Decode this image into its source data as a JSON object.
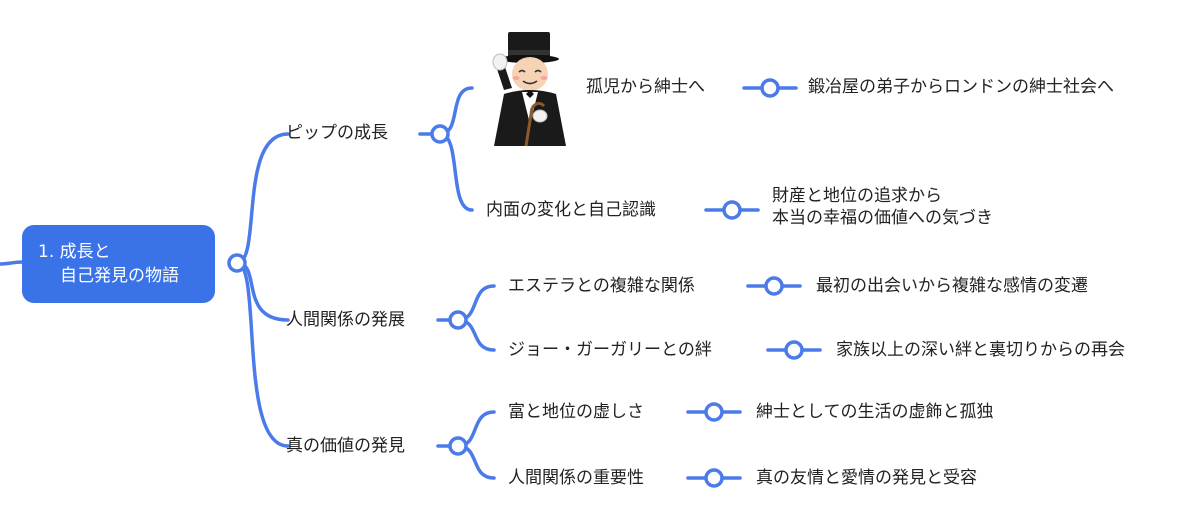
{
  "root": {
    "line1": "1. 成長と",
    "line2": "自己発見の物語"
  },
  "branches": [
    {
      "label": "ピップの成長",
      "children": [
        {
          "label": "孤児から紳士へ",
          "detail": "鍛冶屋の弟子からロンドンの紳士社会へ"
        },
        {
          "label": "内面の変化と自己認識",
          "detail_lines": [
            "財産と地位の追求から",
            "本当の幸福の価値への気づき"
          ]
        }
      ]
    },
    {
      "label": "人間関係の発展",
      "children": [
        {
          "label": "エステラとの複雑な関係",
          "detail": "最初の出会いから複雑な感情の変遷"
        },
        {
          "label": "ジョー・ガーガリーとの絆",
          "detail": "家族以上の深い絆と裏切りからの再会"
        }
      ]
    },
    {
      "label": "真の価値の発見",
      "children": [
        {
          "label": "富と地位の虚しさ",
          "detail": "紳士としての生活の虚飾と孤独"
        },
        {
          "label": "人間関係の重要性",
          "detail": "真の友情と愛情の発見と受容"
        }
      ]
    }
  ],
  "illustration": {
    "icon": "gentleman-in-top-hat-icon"
  },
  "colors": {
    "accent": "#3a73e8",
    "line": "#4a7be8",
    "text": "#222222",
    "root_text": "#ffffff"
  }
}
